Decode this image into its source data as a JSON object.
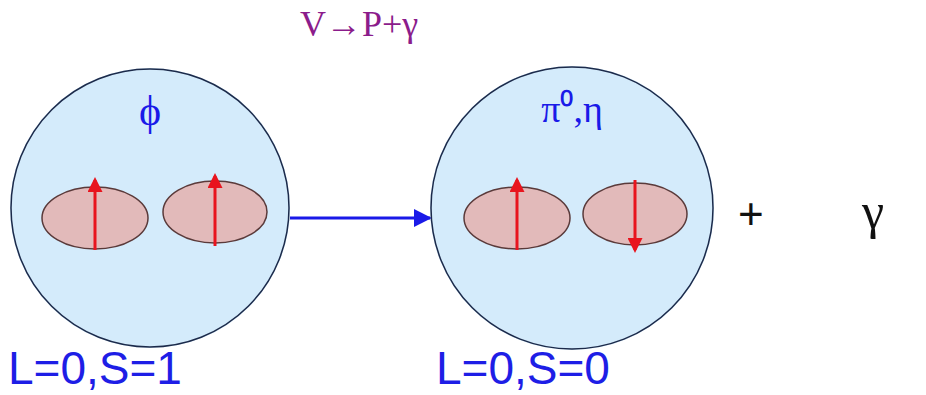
{
  "diagram": {
    "title": "V→P+γ",
    "nodes": [
      {
        "text": [
          "ϕ"
        ]
      },
      {
        "text": [
          "π⁰,η"
        ]
      }
    ],
    "edges": [
      {
        "from": 0,
        "to": 1,
        "arrow": "to"
      }
    ],
    "labels": [
      "L=0,S=1",
      "L=0,S=0",
      "+",
      "γ"
    ]
  }
}
